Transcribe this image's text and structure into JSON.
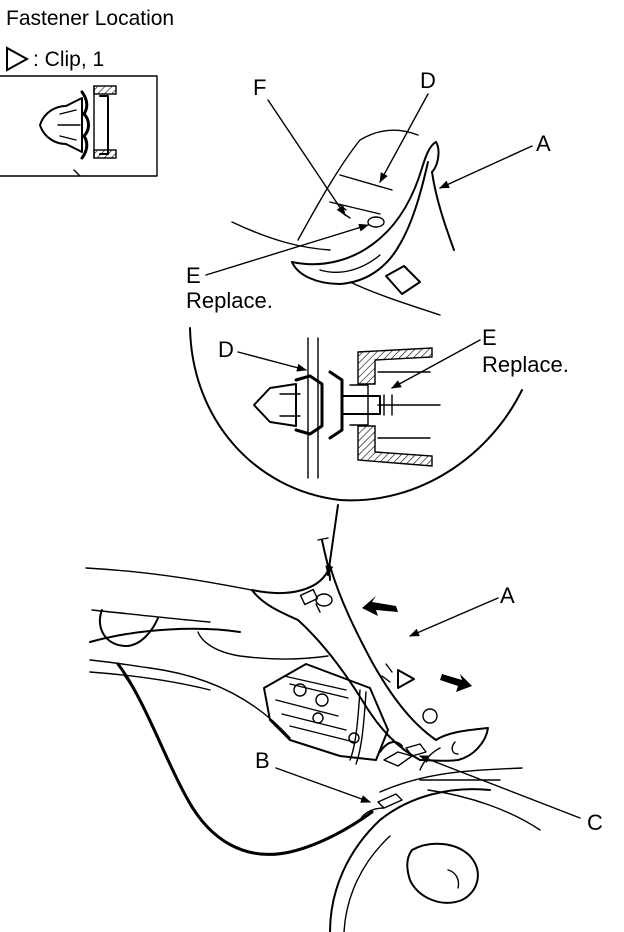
{
  "title": "Fastener Location",
  "legend": {
    "symbol": "clip-triangle-icon",
    "text": ": Clip, 1"
  },
  "callouts": {
    "top_view": {
      "A": "A",
      "D": "D",
      "F": "F",
      "E": "E",
      "E_note": "Replace."
    },
    "detail_view": {
      "D": "D",
      "E": "E",
      "E_note": "Replace."
    },
    "main_view": {
      "A": "A",
      "B": "B",
      "C": "C"
    }
  },
  "colors": {
    "line": "#000000",
    "background": "#ffffff"
  }
}
